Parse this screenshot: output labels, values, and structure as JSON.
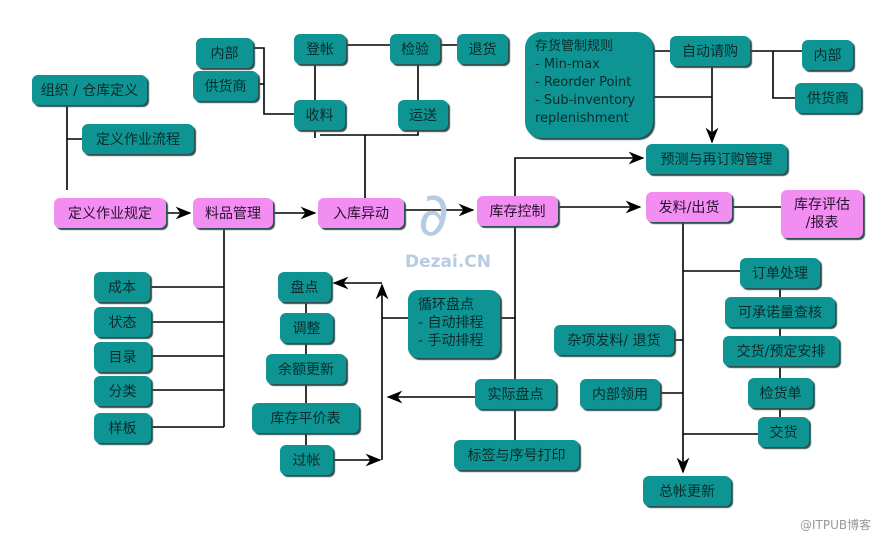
{
  "nodes": {
    "org_def": "组织 / 仓库定义",
    "flow_def": "定义作业流程",
    "rule_def": "定义作业规定",
    "item_mgmt": "料品管理",
    "receipt": "入库异动",
    "internal_l": "内部",
    "supplier_l": "供货商",
    "post": "登帐",
    "inspect": "检验",
    "return": "退货",
    "receive": "收料",
    "deliver": "运送",
    "inv_rules": {
      "title": "存货管制规则",
      "l1": "- Min-max",
      "l2": "- Reorder Point",
      "l3": "- Sub-inventory",
      "l4": "replenishment"
    },
    "auto_req": "自动请购",
    "internal_r": "内部",
    "supplier_r": "供货商",
    "forecast": "预测与再订购管理",
    "inv_ctrl": "库存控制",
    "issue": "发料/出货",
    "valuation": {
      "l1": "库存评估",
      "l2": "/报表"
    },
    "cost": "成本",
    "status": "状态",
    "catalog": "目录",
    "category": "分类",
    "template": "样板",
    "count": "盘点",
    "adjust": "调整",
    "balance": "余额更新",
    "inv_avg": "库存平价表",
    "posting": "过帐",
    "cycle": {
      "title": "循环盘点",
      "l1": "-  自动排程",
      "l2": "-  手动排程"
    },
    "physical": "实际盘点",
    "label_print": "标签与序号打印",
    "order": "订单处理",
    "atp": "可承诺量查核",
    "ship_sched": "交货/预定安排",
    "pick": "检货单",
    "ship": "交货",
    "misc_issue": "杂项发料/  退货",
    "internal_use": "内部领用",
    "gl": "总帐更新"
  },
  "watermark": "Dezai.CN",
  "credit": "@ITPUB博客",
  "colors": {
    "teal": "#0f9494",
    "pink": "#f28ef2"
  }
}
